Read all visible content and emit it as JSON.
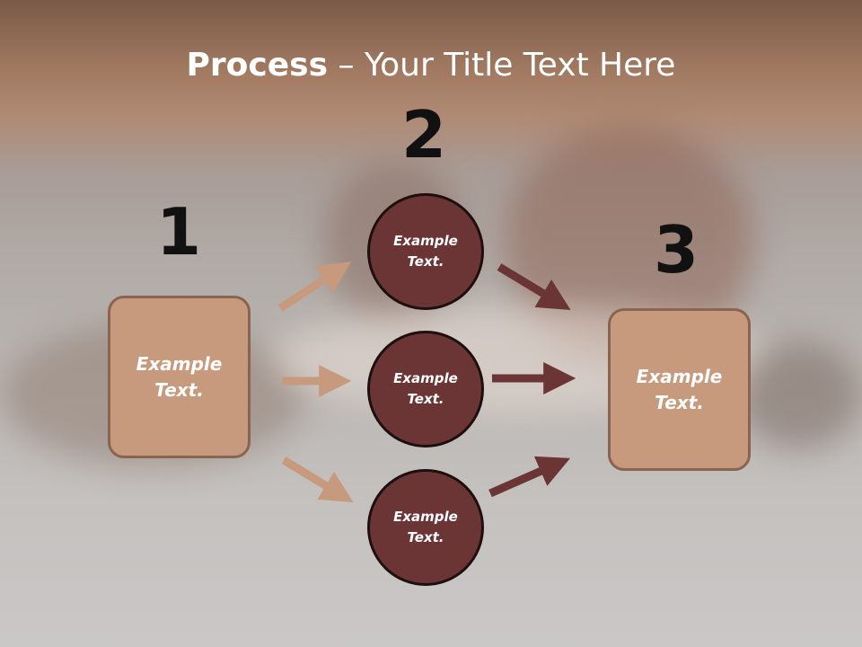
{
  "title": {
    "bold": "Process",
    "rest": " – Your Title Text Here"
  },
  "numbers": [
    "1",
    "2",
    "3"
  ],
  "left_box": {
    "line1": "Example",
    "line2": "Text."
  },
  "right_box": {
    "line1": "Example",
    "line2": "Text."
  },
  "circles": [
    {
      "line1": "Example",
      "line2": "Text."
    },
    {
      "line1": "Example",
      "line2": "Text."
    },
    {
      "line1": "Example",
      "line2": "Text."
    }
  ],
  "colors": {
    "light_arrow": "#c79a7e",
    "dark_arrow": "#6c3535",
    "box": "#c79a7e",
    "circle": "#6c3535"
  }
}
